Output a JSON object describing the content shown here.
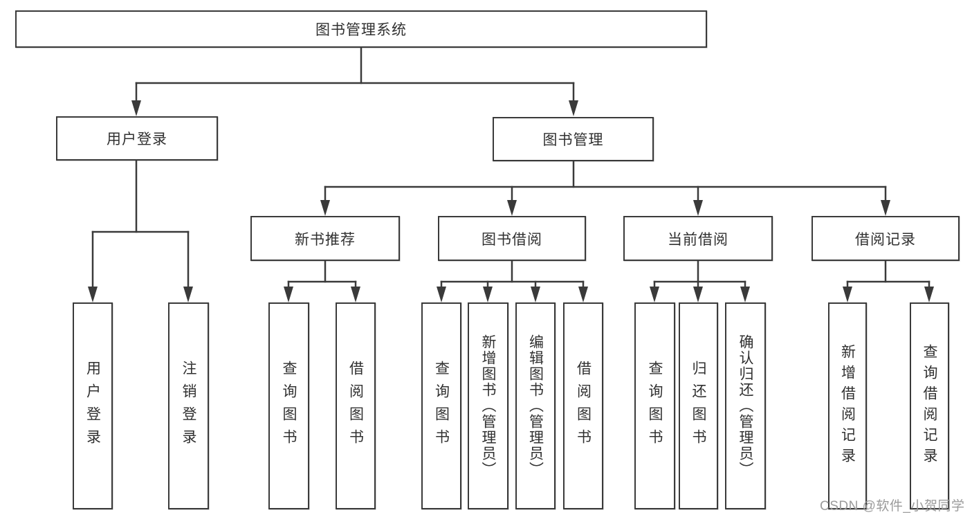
{
  "tree": {
    "label": "图书管理系统",
    "children": [
      {
        "label": "用户登录",
        "children": [
          {
            "label": "用户登录"
          },
          {
            "label": "注销登录"
          }
        ]
      },
      {
        "label": "图书管理",
        "children": [
          {
            "label": "新书推荐",
            "children": [
              {
                "label": "查询图书"
              },
              {
                "label": "借阅图书"
              }
            ]
          },
          {
            "label": "图书借阅",
            "children": [
              {
                "label": "查询图书"
              },
              {
                "label": "新增图书（管理员）"
              },
              {
                "label": "编辑图书（管理员）"
              },
              {
                "label": "借阅图书"
              }
            ]
          },
          {
            "label": "当前借阅",
            "children": [
              {
                "label": "查询图书"
              },
              {
                "label": "归还图书"
              },
              {
                "label": "确认归还（管理员）"
              }
            ]
          },
          {
            "label": "借阅记录",
            "children": [
              {
                "label": "新增借阅记录"
              },
              {
                "label": "查询借阅记录"
              }
            ]
          }
        ]
      }
    ]
  },
  "watermark": {
    "text": "CSDN @软件_小贺同学"
  },
  "colors": {
    "line": "#3a3a3a",
    "box_border": "#3a3a3a",
    "text": "#303030",
    "watermark": "#9b9b9b",
    "background": "#ffffff"
  }
}
